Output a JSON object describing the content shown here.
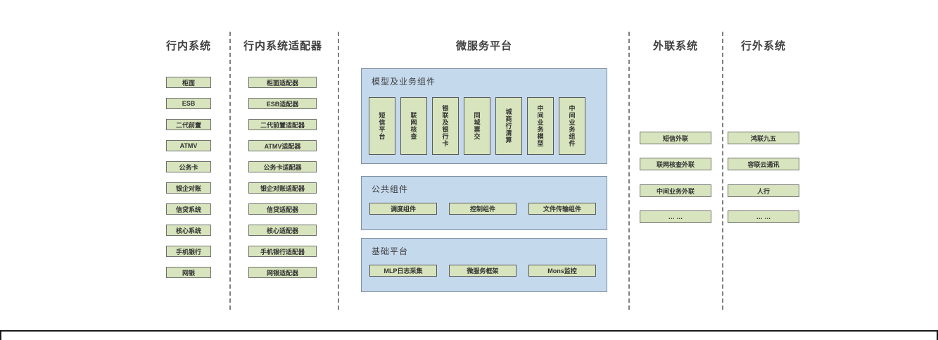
{
  "columns": {
    "internal": {
      "title": "行内系统",
      "items": [
        "柜面",
        "ESB",
        "二代前置",
        "ATMV",
        "公务卡",
        "银企对账",
        "信贷系统",
        "核心系统",
        "手机银行",
        "网银"
      ]
    },
    "adapters": {
      "title": "行内系统适配器",
      "items": [
        "柜面适配器",
        "ESB适配器",
        "二代前置适配器",
        "ATMV适配器",
        "公务卡适配器",
        "银企对账适配器",
        "信贷适配器",
        "核心适配器",
        "手机银行适配器",
        "网银适配器"
      ]
    },
    "platform": {
      "title": "微服务平台",
      "sections": [
        {
          "title": "模型及业务组件",
          "items": [
            "短信平台",
            "联网核查",
            "银联及银行卡",
            "同城票交",
            "城商行清算",
            "中间业务模型",
            "中间业务组件"
          ]
        },
        {
          "title": "公共组件",
          "items": [
            "调度组件",
            "控制组件",
            "文件传输组件"
          ]
        },
        {
          "title": "基础平台",
          "items": [
            "MLP日志采集",
            "微服务框架",
            "Mons监控"
          ]
        }
      ]
    },
    "external": {
      "title": "外联系统",
      "items": [
        "短信外联",
        "联网核查外联",
        "中间业务外联",
        "… …"
      ]
    },
    "outside": {
      "title": "行外系统",
      "items": [
        "鸿联九五",
        "容联云通讯",
        "人行",
        "… …"
      ]
    }
  },
  "colors": {
    "box_green": "#d7e4bd",
    "section_blue": "#c5d9ed",
    "divider_gray": "#808080",
    "text_dark": "#3f3f3f"
  }
}
